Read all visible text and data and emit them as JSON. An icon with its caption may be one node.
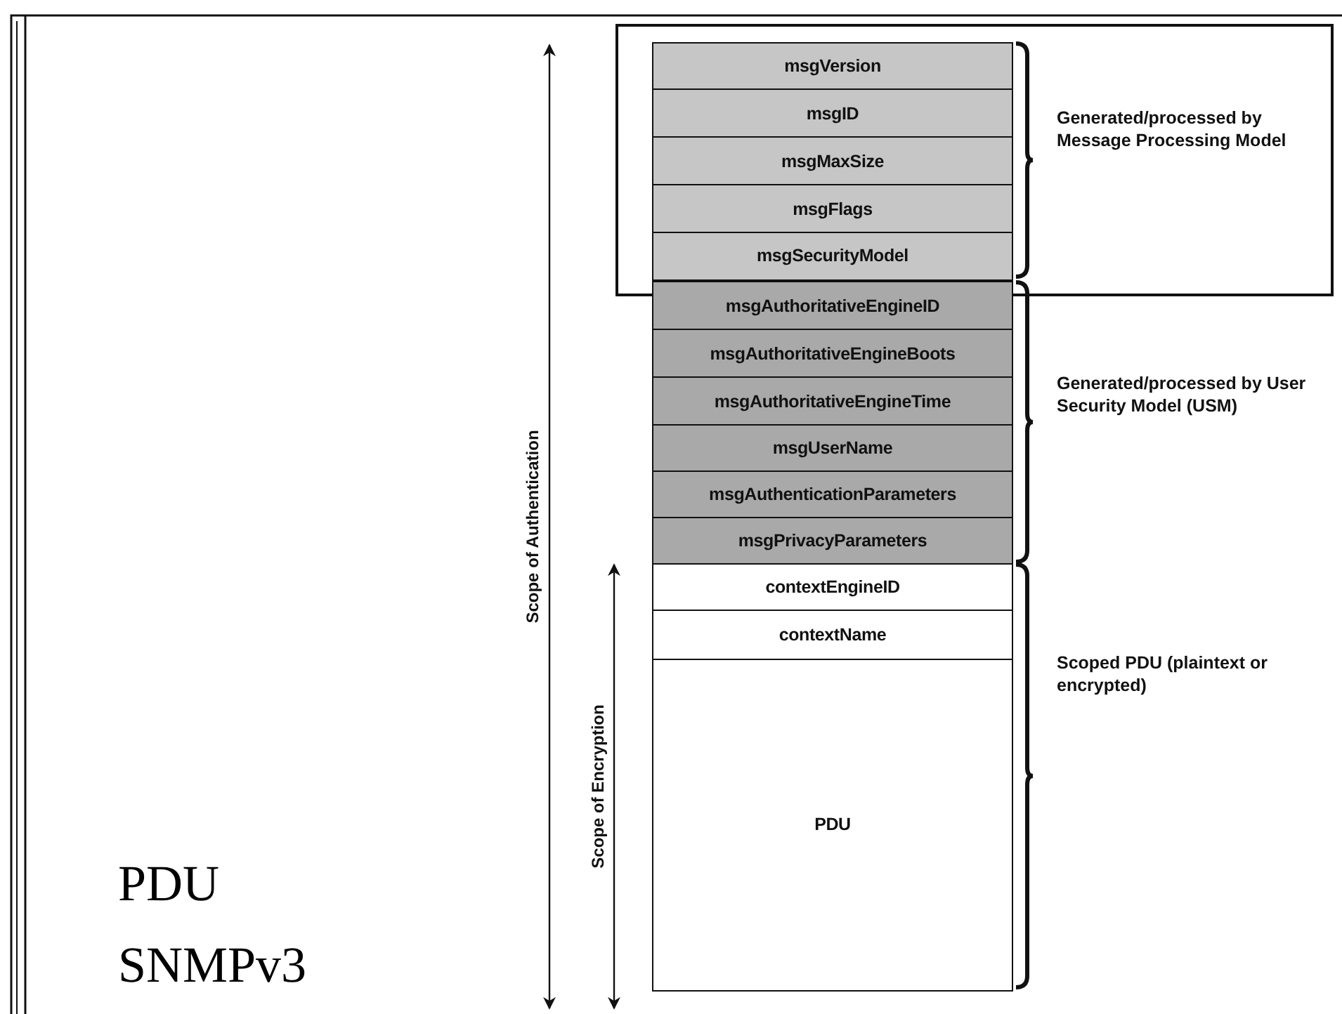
{
  "diagram": {
    "title": "PDU SNMPv3",
    "nodes": [
      {
        "text": [
          "msgVersion"
        ]
      },
      {
        "text": [
          "msgID"
        ]
      },
      {
        "text": [
          "msgMaxSize"
        ]
      },
      {
        "text": [
          "msgFlags"
        ]
      },
      {
        "text": [
          "msgSecurityModel"
        ]
      },
      {
        "text": [
          "msgAuthoritativeEngineID"
        ]
      },
      {
        "text": [
          "msgAuthoritativeEngineBoots"
        ]
      },
      {
        "text": [
          "msgAuthoritativeEngineTime"
        ]
      },
      {
        "text": [
          "msgUserName"
        ]
      },
      {
        "text": [
          "msgAuthenticationParameters"
        ]
      },
      {
        "text": [
          "msgPrivacyParameters"
        ]
      },
      {
        "text": [
          "contextEngineID"
        ]
      },
      {
        "text": [
          "contextName"
        ]
      },
      {
        "text": [
          "PDU"
        ]
      }
    ],
    "labels": [
      "Generated/processed by Message Processing Model",
      "Scope of Authentication",
      "Generated/processed by User Security Model (USM)",
      "Scope of Encryption",
      "Scoped PDU (plaintext or encrypted)"
    ]
  }
}
